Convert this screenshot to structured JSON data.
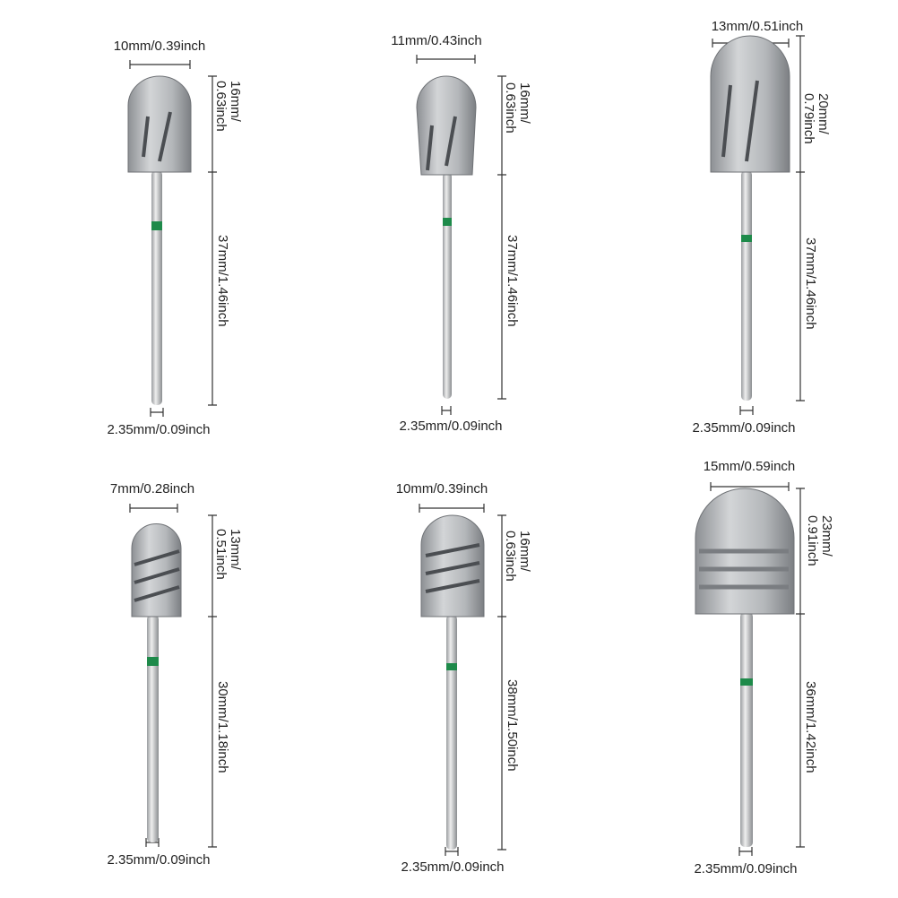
{
  "colors": {
    "shank_band": "#1e8a4a",
    "metal": "#b9bcbf",
    "line": "#333333"
  },
  "bits": [
    {
      "width": "10mm/0.39inch",
      "head_len_1": "16mm/",
      "head_len_2": "0.63inch",
      "shank_len": "37mm/1.46inch",
      "shank_dia": "2.35mm/0.09inch"
    },
    {
      "width": "11mm/0.43inch",
      "head_len_1": "16mm/",
      "head_len_2": "0.63inch",
      "shank_len": "37mm/1.46inch",
      "shank_dia": "2.35mm/0.09inch"
    },
    {
      "width": "13mm/0.51inch",
      "head_len_1": "20mm/",
      "head_len_2": "0.79inch",
      "shank_len": "37mm/1.46inch",
      "shank_dia": "2.35mm/0.09inch"
    },
    {
      "width": "7mm/0.28inch",
      "head_len_1": "13mm/",
      "head_len_2": "0.51inch",
      "shank_len": "30mm/1.18inch",
      "shank_dia": "2.35mm/0.09inch"
    },
    {
      "width": "10mm/0.39inch",
      "head_len_1": "16mm/",
      "head_len_2": "0.63inch",
      "shank_len": "38mm/1.50inch",
      "shank_dia": "2.35mm/0.09inch"
    },
    {
      "width": "15mm/0.59inch",
      "head_len_1": "23mm/",
      "head_len_2": "0.91inch",
      "shank_len": "36mm/1.42inch",
      "shank_dia": "2.35mm/0.09inch"
    }
  ]
}
